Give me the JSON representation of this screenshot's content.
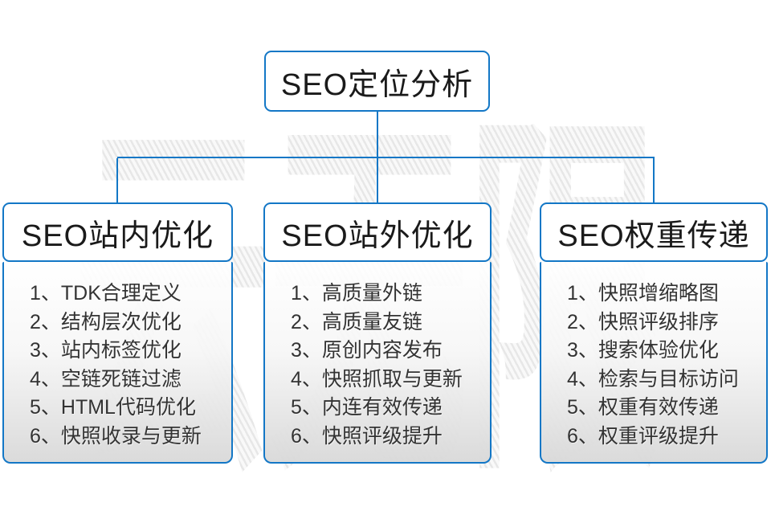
{
  "diagram": {
    "root_title": "SEO定位分析",
    "watermark": "云无限",
    "colors": {
      "accent_border": "#1377c6",
      "header_text": "#1a1a1a",
      "item_text": "#333333",
      "body_gradient_bottom": "#d9d9d9",
      "watermark_gray": "#ececec"
    },
    "columns": [
      {
        "title": "SEO站内优化",
        "items": [
          "1、TDK合理定义",
          "2、结构层次优化",
          "3、站内标签优化",
          "4、空链死链过滤",
          "5、HTML代码优化",
          "6、快照收录与更新"
        ]
      },
      {
        "title": "SEO站外优化",
        "items": [
          "1、高质量外链",
          "2、高质量友链",
          "3、原创内容发布",
          "4、快照抓取与更新",
          "5、内连有效传递",
          "6、快照评级提升"
        ]
      },
      {
        "title": "SEO权重传递",
        "items": [
          "1、快照增缩略图",
          "2、快照评级排序",
          "3、搜索体验优化",
          "4、检索与目标访问",
          "5、权重有效传递",
          "6、权重评级提升"
        ]
      }
    ]
  }
}
